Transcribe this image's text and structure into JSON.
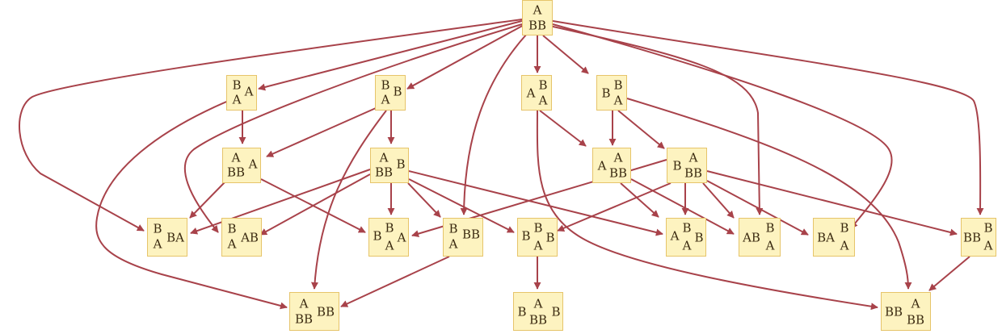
{
  "colors": {
    "edge": "#a8424a",
    "node_fill": "#fdf3c0",
    "node_border": "#e6c46a",
    "text": "#3a2a10"
  },
  "nodes": {
    "n0": {
      "parts": [
        "A",
        "BB"
      ]
    },
    "n1": {
      "parts": [
        "B",
        "A",
        "A"
      ]
    },
    "n2": {
      "parts": [
        "B",
        "A",
        "B"
      ]
    },
    "n3": {
      "parts": [
        "B",
        "A",
        "A"
      ]
    },
    "n4": {
      "parts": [
        "B",
        "B",
        "A"
      ]
    },
    "n5": {
      "parts": [
        "A",
        "BB",
        "A"
      ]
    },
    "n6": {
      "parts": [
        "A",
        "BB",
        "B"
      ]
    },
    "n7": {
      "parts": [
        "A",
        "A",
        "BB"
      ]
    },
    "n8": {
      "parts": [
        "B",
        "A",
        "BB"
      ]
    },
    "n9": {
      "parts": [
        "B",
        "A",
        "BA"
      ]
    },
    "n10": {
      "parts": [
        "B",
        "A",
        "AB"
      ]
    },
    "n11": {
      "parts": [
        "B",
        "B",
        "A",
        "A"
      ]
    },
    "n12": {
      "parts": [
        "B",
        "A",
        "BB"
      ]
    },
    "n13": {
      "parts": [
        "B",
        "B",
        "A",
        "B"
      ]
    },
    "n14": {
      "parts": [
        "A",
        "B",
        "A",
        "B"
      ]
    },
    "n15": {
      "parts": [
        "AB",
        "B",
        "A"
      ]
    },
    "n16": {
      "parts": [
        "BA",
        "B",
        "A"
      ]
    },
    "n17": {
      "parts": [
        "BB",
        "B",
        "A"
      ]
    },
    "n18": {
      "parts": [
        "A",
        "BB",
        "BB"
      ]
    },
    "n19": {
      "parts": [
        "B",
        "A",
        "BB",
        "B"
      ]
    },
    "n20": {
      "parts": [
        "BB",
        "A",
        "BB"
      ]
    }
  }
}
